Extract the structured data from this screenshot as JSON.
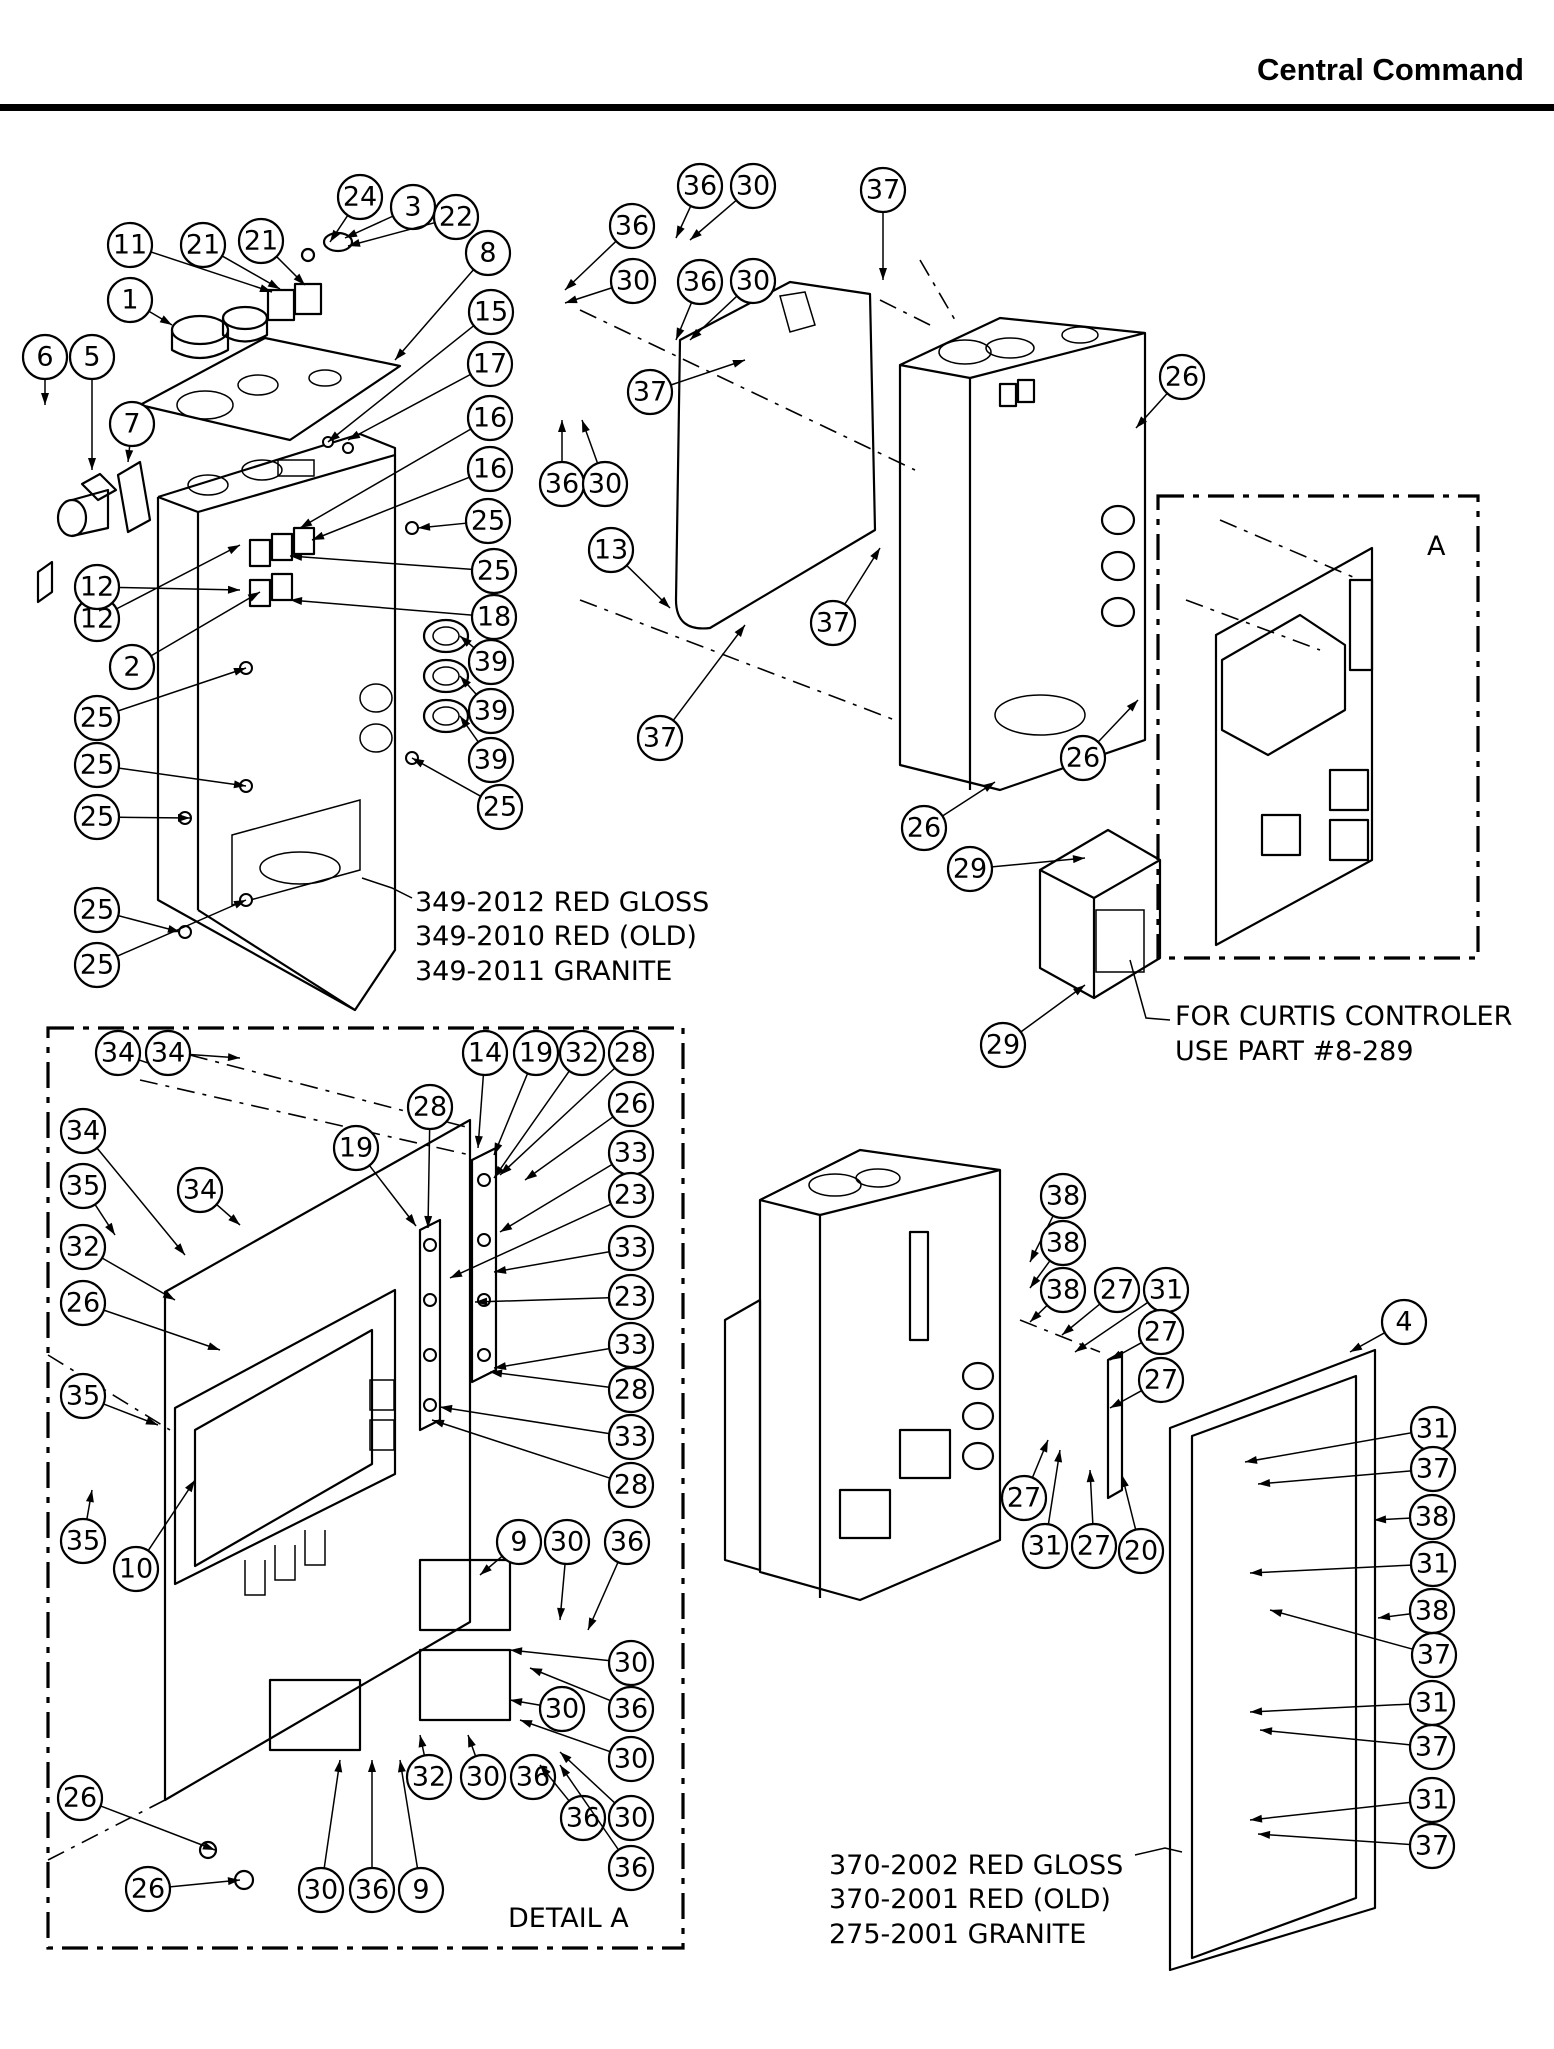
{
  "header": {
    "title": "Central Command"
  },
  "notes": {
    "body_part_numbers": [
      "349-2012 RED GLOSS",
      "349-2010 RED (OLD)",
      "349-2011 GRANITE"
    ],
    "controller_note": [
      "FOR CURTIS CONTROLER",
      "USE PART #8-289"
    ],
    "detail_label": "DETAIL A",
    "detail_ref": "A",
    "cover_part_numbers": [
      "370-2002 RED GLOSS",
      "370-2001 RED (OLD)",
      "275-2001 GRANITE"
    ]
  },
  "callouts": {
    "view1": [
      "24",
      "3",
      "22",
      "11",
      "21",
      "21",
      "8",
      "1",
      "15",
      "6",
      "5",
      "7",
      "17",
      "16",
      "16",
      "25",
      "12",
      "25",
      "12",
      "18",
      "2",
      "39",
      "39",
      "39",
      "25",
      "25",
      "25",
      "25",
      "25",
      "25"
    ],
    "view2": [
      "36",
      "30",
      "37",
      "36",
      "30",
      "36",
      "30",
      "37",
      "26",
      "36",
      "30",
      "13",
      "37",
      "37",
      "26",
      "26",
      "29",
      "29"
    ],
    "detail": [
      "34",
      "34",
      "14",
      "19",
      "32",
      "28",
      "28",
      "26",
      "34",
      "19",
      "33",
      "35",
      "23",
      "34",
      "33",
      "32",
      "23",
      "26",
      "33",
      "35",
      "28",
      "33",
      "28",
      "35",
      "10",
      "9",
      "30",
      "36",
      "30",
      "36",
      "30",
      "26",
      "30",
      "32",
      "30",
      "36",
      "30",
      "36",
      "36",
      "26",
      "30",
      "36",
      "9"
    ],
    "view4": [
      "38",
      "38",
      "38",
      "27",
      "31",
      "4",
      "27",
      "27",
      "27",
      "31",
      "27",
      "20",
      "31",
      "37",
      "38",
      "31",
      "38",
      "37",
      "31",
      "37",
      "31",
      "37"
    ]
  }
}
